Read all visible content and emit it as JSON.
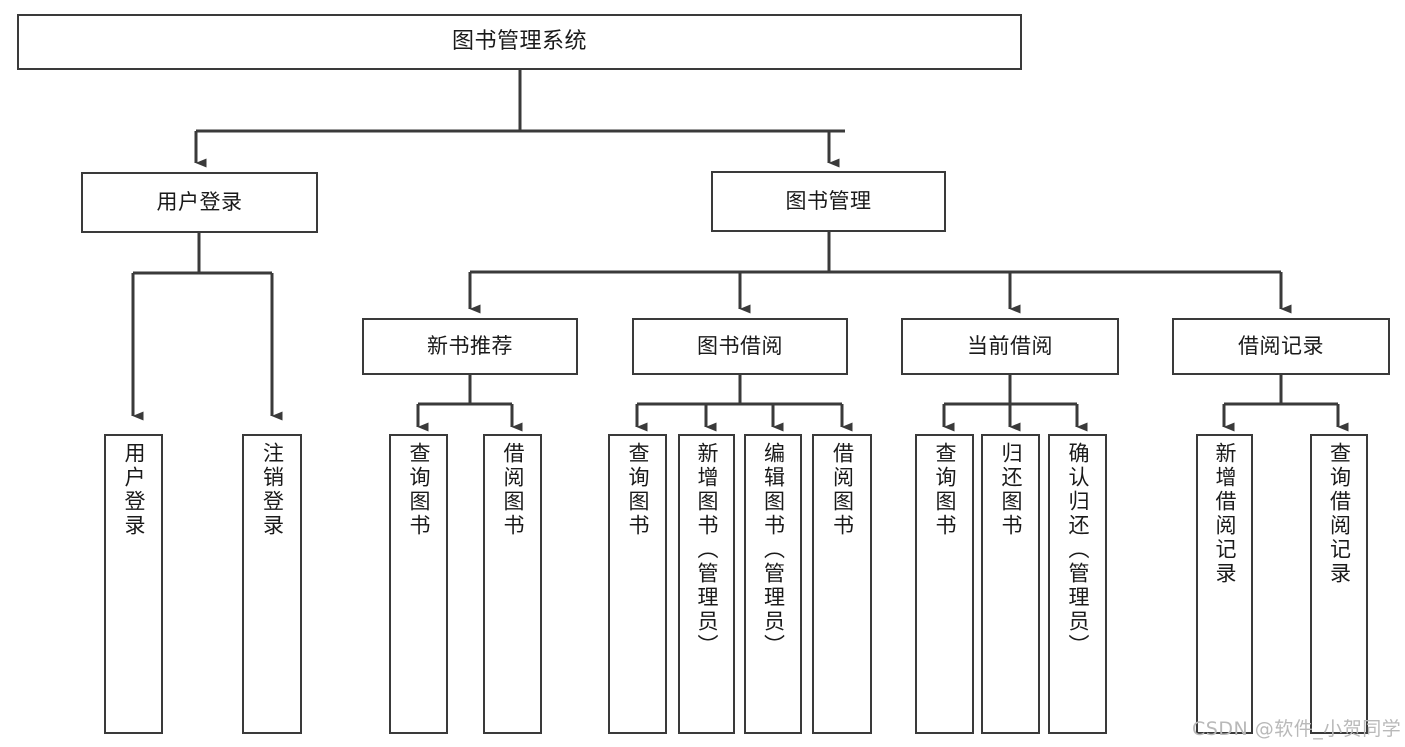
{
  "diagram": {
    "title": "图书管理系统",
    "type": "tree-hierarchy-chart",
    "watermark": "CSDN @软件_小贺同学",
    "colors": {
      "stroke": "#3a3a3a",
      "text": "#1a1a1a",
      "background": "#ffffff",
      "watermark": "#b9b9b9"
    },
    "nodes": {
      "root": {
        "label": "图书管理系统"
      },
      "level1": [
        {
          "label": "用户登录"
        },
        {
          "label": "图书管理"
        }
      ],
      "level2": [
        {
          "label": "新书推荐"
        },
        {
          "label": "图书借阅"
        },
        {
          "label": "当前借阅"
        },
        {
          "label": "借阅记录"
        }
      ],
      "leaves": {
        "user_login": [
          {
            "label": "用户登录"
          },
          {
            "label": "注销登录"
          }
        ],
        "new_book": [
          {
            "label": "查询图书"
          },
          {
            "label": "借阅图书"
          }
        ],
        "book_borrow": [
          {
            "label": "查询图书"
          },
          {
            "label": "新增图书（管理员）"
          },
          {
            "label": "编辑图书（管理员）"
          },
          {
            "label": "借阅图书"
          }
        ],
        "current_borrow": [
          {
            "label": "查询图书"
          },
          {
            "label": "归还图书"
          },
          {
            "label": "确认归还（管理员）"
          }
        ],
        "borrow_record": [
          {
            "label": "新增借阅记录"
          },
          {
            "label": "查询借阅记录"
          }
        ]
      }
    }
  }
}
